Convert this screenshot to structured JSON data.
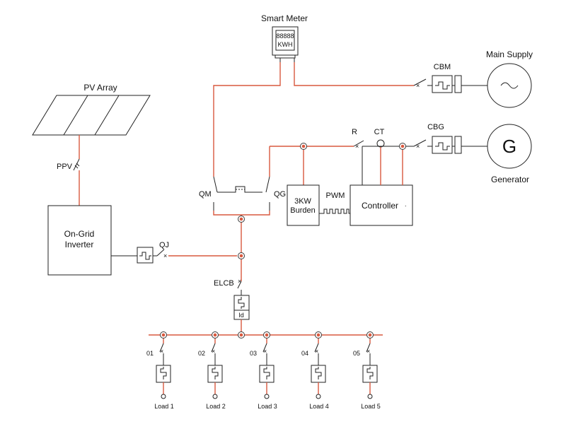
{
  "labels": {
    "smart_meter": "Smart Meter",
    "meter_digits": "88888",
    "meter_unit": "KWH",
    "pv_array": "PV Array",
    "ppv": "PPV",
    "inverter_line1": "On-Grid",
    "inverter_line2": "Inverter",
    "qj": "QJ",
    "qm": "QM",
    "qg": "QG",
    "burden_line1": "3KW",
    "burden_line2": "Burden",
    "pwm": "PWM",
    "controller": "Controller",
    "r": "R",
    "ct": "CT",
    "cbm": "CBM",
    "cbg": "CBG",
    "main_supply": "Main Supply",
    "generator": "Generator",
    "generator_symbol": "G",
    "elcb": "ELCB",
    "elcb_id": "Id"
  },
  "loads": [
    {
      "breaker": "01",
      "name": "Load 1"
    },
    {
      "breaker": "02",
      "name": "Load 2"
    },
    {
      "breaker": "03",
      "name": "Load 3"
    },
    {
      "breaker": "04",
      "name": "Load 4"
    },
    {
      "breaker": "05",
      "name": "Load 5"
    }
  ],
  "colors": {
    "wire": "#d9593f",
    "outline": "#222222"
  }
}
